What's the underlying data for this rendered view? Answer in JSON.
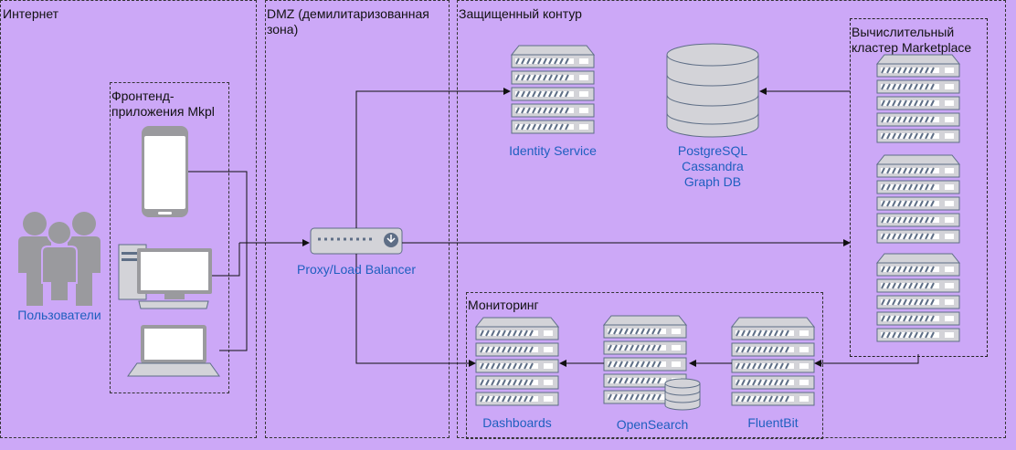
{
  "zones": {
    "internet": "Интернет",
    "dmz": "DMZ (демилитаризованная зона)",
    "protected": "Защищенный контур",
    "frontend": "Фронтенд-приложения Mkpl",
    "cluster": "Вычислительный кластер Marketplace",
    "monitoring": "Мониторинг"
  },
  "nodes": {
    "users": "Пользователи",
    "proxy": "Proxy/Load Balancer",
    "identity": "Identity Service",
    "db_line1": "PostgreSQL",
    "db_line2": "Cassandra",
    "db_line3": "Graph DB",
    "dashboards": "Dashboards",
    "opensearch": "OpenSearch",
    "fluentbit": "FluentBit"
  },
  "colors": {
    "background": "#CCA8F7",
    "device": "#D3D3D8",
    "device_dark": "#5E6E86",
    "label": "#1F5FBF",
    "line": "#111111"
  }
}
